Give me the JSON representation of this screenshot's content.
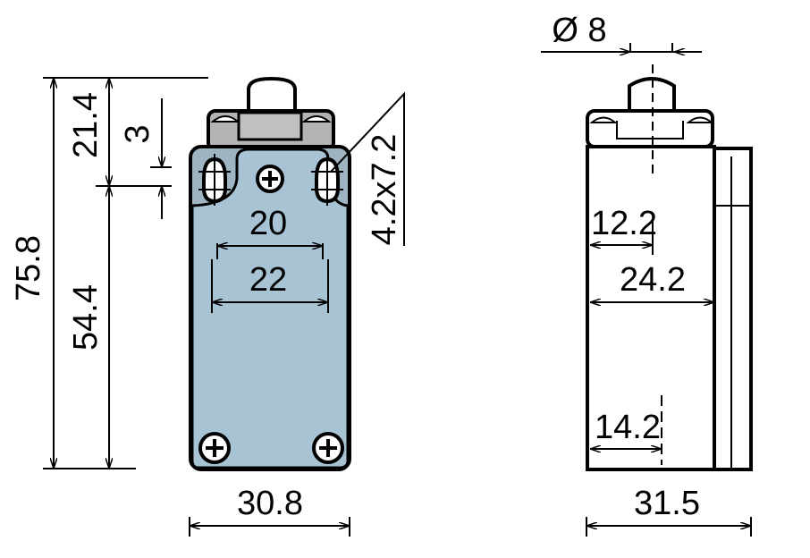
{
  "colors": {
    "body_blue": "#a8c4d4",
    "ear_blue": "#9fb4c1",
    "cap_grey": "#b3b3b3",
    "line": "#000000"
  },
  "front_view": {
    "overall_height": "75.8",
    "upper_height": "21.4",
    "lower_height": "54.4",
    "slot_offset": "3",
    "slot_size": "4.2x7.2",
    "inner_spacing": "20",
    "outer_spacing": "22",
    "width": "30.8"
  },
  "side_view": {
    "plunger_diameter": "Ø 8",
    "plunger_offset": "12.2",
    "body_depth": "24.2",
    "lower_offset": "14.2",
    "width": "31.5"
  }
}
